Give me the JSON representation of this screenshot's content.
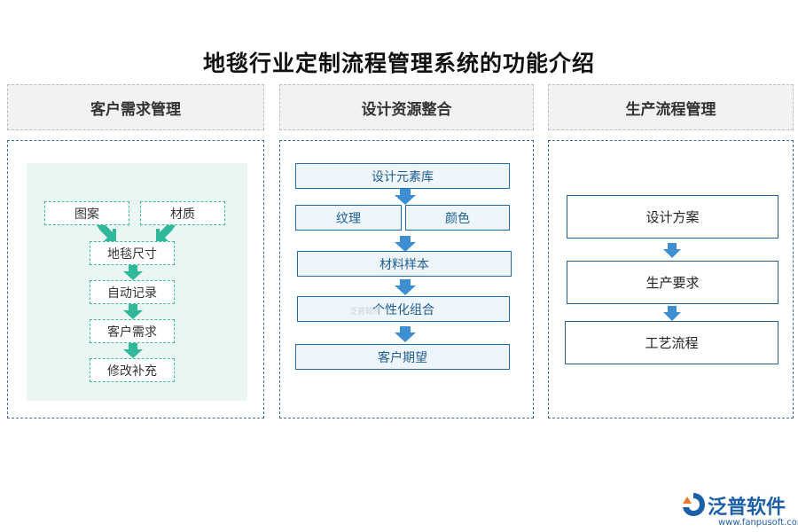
{
  "title": "地毯行业定制流程管理系统的功能介绍",
  "columns": [
    {
      "header": "客户需求管理",
      "top_row": [
        "图案",
        "材质"
      ],
      "steps": [
        "地毯尺寸",
        "自动记录",
        "客户需求",
        "修改补充"
      ]
    },
    {
      "header": "设计资源整合",
      "first": "设计元素库",
      "split": [
        "纹理",
        "颜色"
      ],
      "steps": [
        "材料样本",
        "个性化组合",
        "客户期望"
      ]
    },
    {
      "header": "生产流程管理",
      "steps": [
        "设计方案",
        "生产要求",
        "工艺流程"
      ]
    }
  ],
  "watermark": "泛普软件",
  "logo": {
    "name": "泛普软件",
    "url": "www.fanpusoft.com"
  },
  "colors": {
    "green_arrow": "#2fb89a",
    "blue_arrow": "#3d8fd1",
    "panel_border": "#3a6ea5"
  }
}
